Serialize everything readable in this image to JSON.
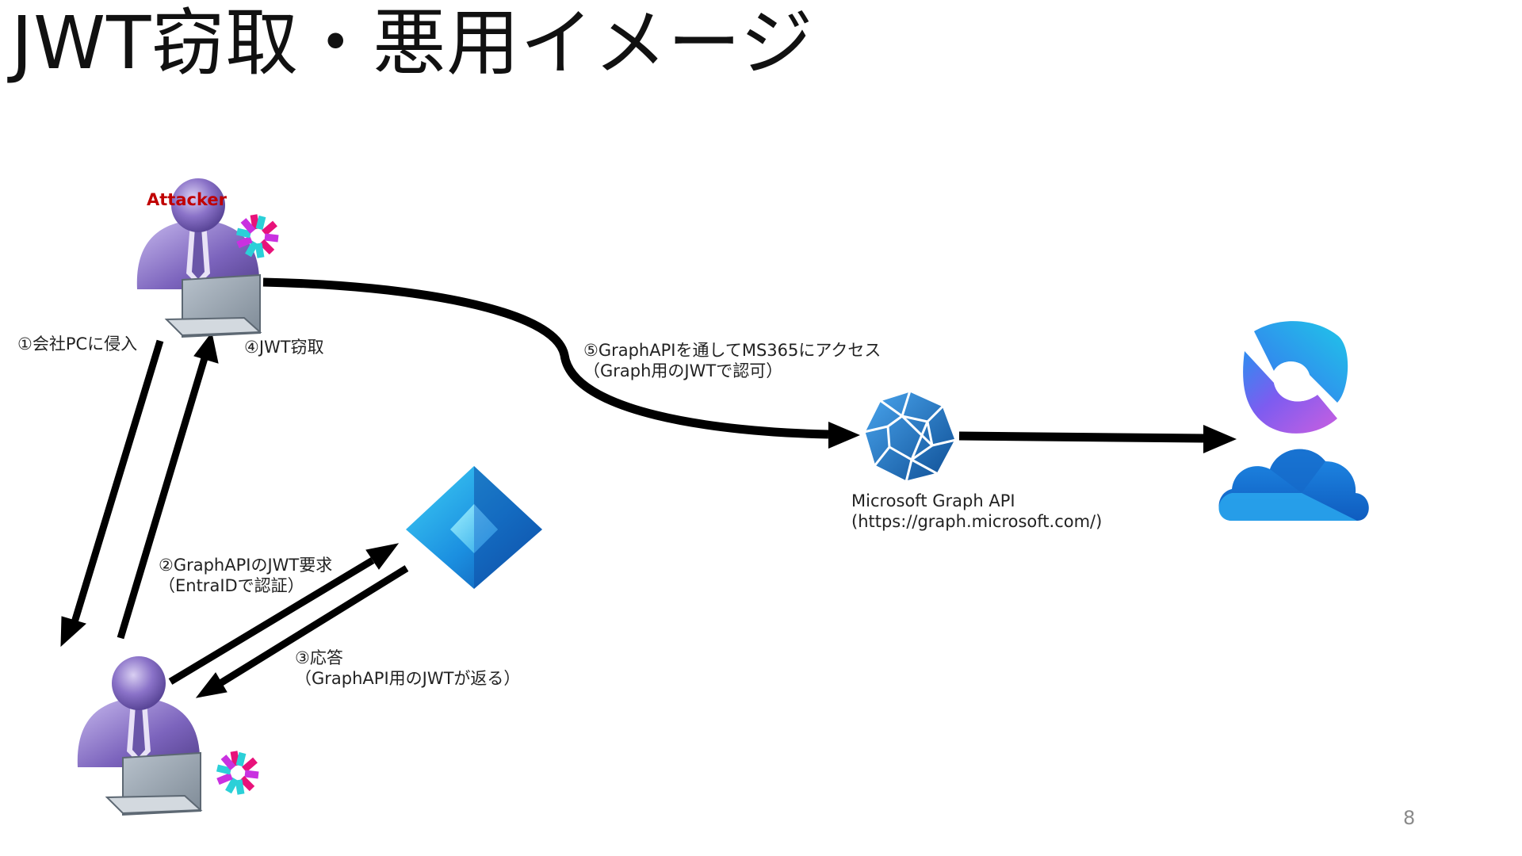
{
  "slide": {
    "title": "JWT窃取・悪用イメージ",
    "page_number": "8"
  },
  "nodes": {
    "attacker_label": "Attacker",
    "graph_api_name": "Microsoft Graph API",
    "graph_api_url": "(https://graph.microsoft.com/)"
  },
  "steps": {
    "s1": "①会社PCに侵入",
    "s2_line1": "②GraphAPIのJWT要求",
    "s2_line2": "（EntraIDで認証）",
    "s3_line1": "③応答",
    "s3_line2": "（GraphAPI用のJWTが返る）",
    "s4": "④JWT窃取",
    "s5_line1": "⑤GraphAPIを通してMS365にアクセス",
    "s5_line2": "（Graph用のJWTで認可）"
  },
  "icons": {
    "attacker_user": "user-laptop-icon",
    "victim_user": "user-laptop-icon",
    "jwt_logo": "jwt-logo-icon",
    "entra_id": "entra-id-icon",
    "graph_api": "microsoft-graph-icon",
    "m365": "microsoft-365-icon",
    "onedrive": "onedrive-icon"
  },
  "colors": {
    "attacker_label": "#c00000",
    "arrow": "#000000",
    "jwt_pink": "#e8127a",
    "jwt_cyan": "#2bd0d8",
    "jwt_magenta": "#c931e0",
    "entra_blue": "#1f6fd0",
    "graph_blue": "#1a5fa8",
    "onedrive_blue": "#1a7fd8"
  }
}
